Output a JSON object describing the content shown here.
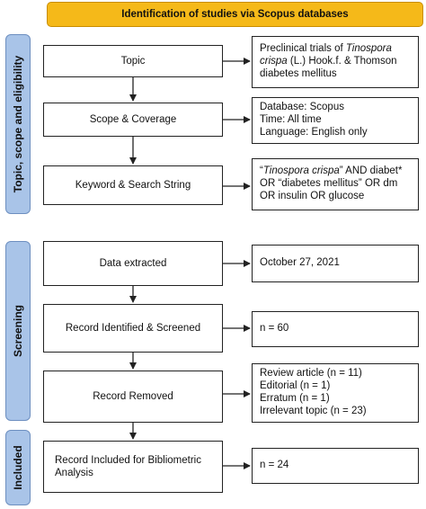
{
  "header": "Identification of studies via Scopus databases",
  "phases": {
    "topic": "Topic, scope and eligibility",
    "screening": "Screening",
    "included": "Included"
  },
  "steps": {
    "topic": "Topic",
    "scope": "Scope & Coverage",
    "keyword": "Keyword & Search String",
    "extracted": "Data extracted",
    "identified": "Record Identified & Screened",
    "removed": "Record Removed",
    "included": "Record Included for Bibliometric Analysis"
  },
  "notes": {
    "topic": {
      "line1": "Preclinical trials of ",
      "line1_italic": "Tinospora",
      "line2_italic": "crispa",
      "line2": " (L.) Hook.f. & Thomson",
      "line3": "diabetes mellitus"
    },
    "scope": {
      "line1": "Database: Scopus",
      "line2": "Time: All time",
      "line3": "Language: English only"
    },
    "keyword": {
      "line1_pre": "“",
      "line1_italic": "Tinospora crispa",
      "line1_post": "” AND diabet*",
      "line2": "OR “diabetes mellitus” OR dm",
      "line3": "OR insulin OR glucose"
    },
    "extracted": "October 27, 2021",
    "identified": "n = 60",
    "removed": {
      "line1": "Review article (n = 11)",
      "line2": "Editorial (n = 1)",
      "line3": "Erratum (n = 1)",
      "line4": "Irrelevant topic (n = 23)"
    },
    "included": "n = 24"
  }
}
